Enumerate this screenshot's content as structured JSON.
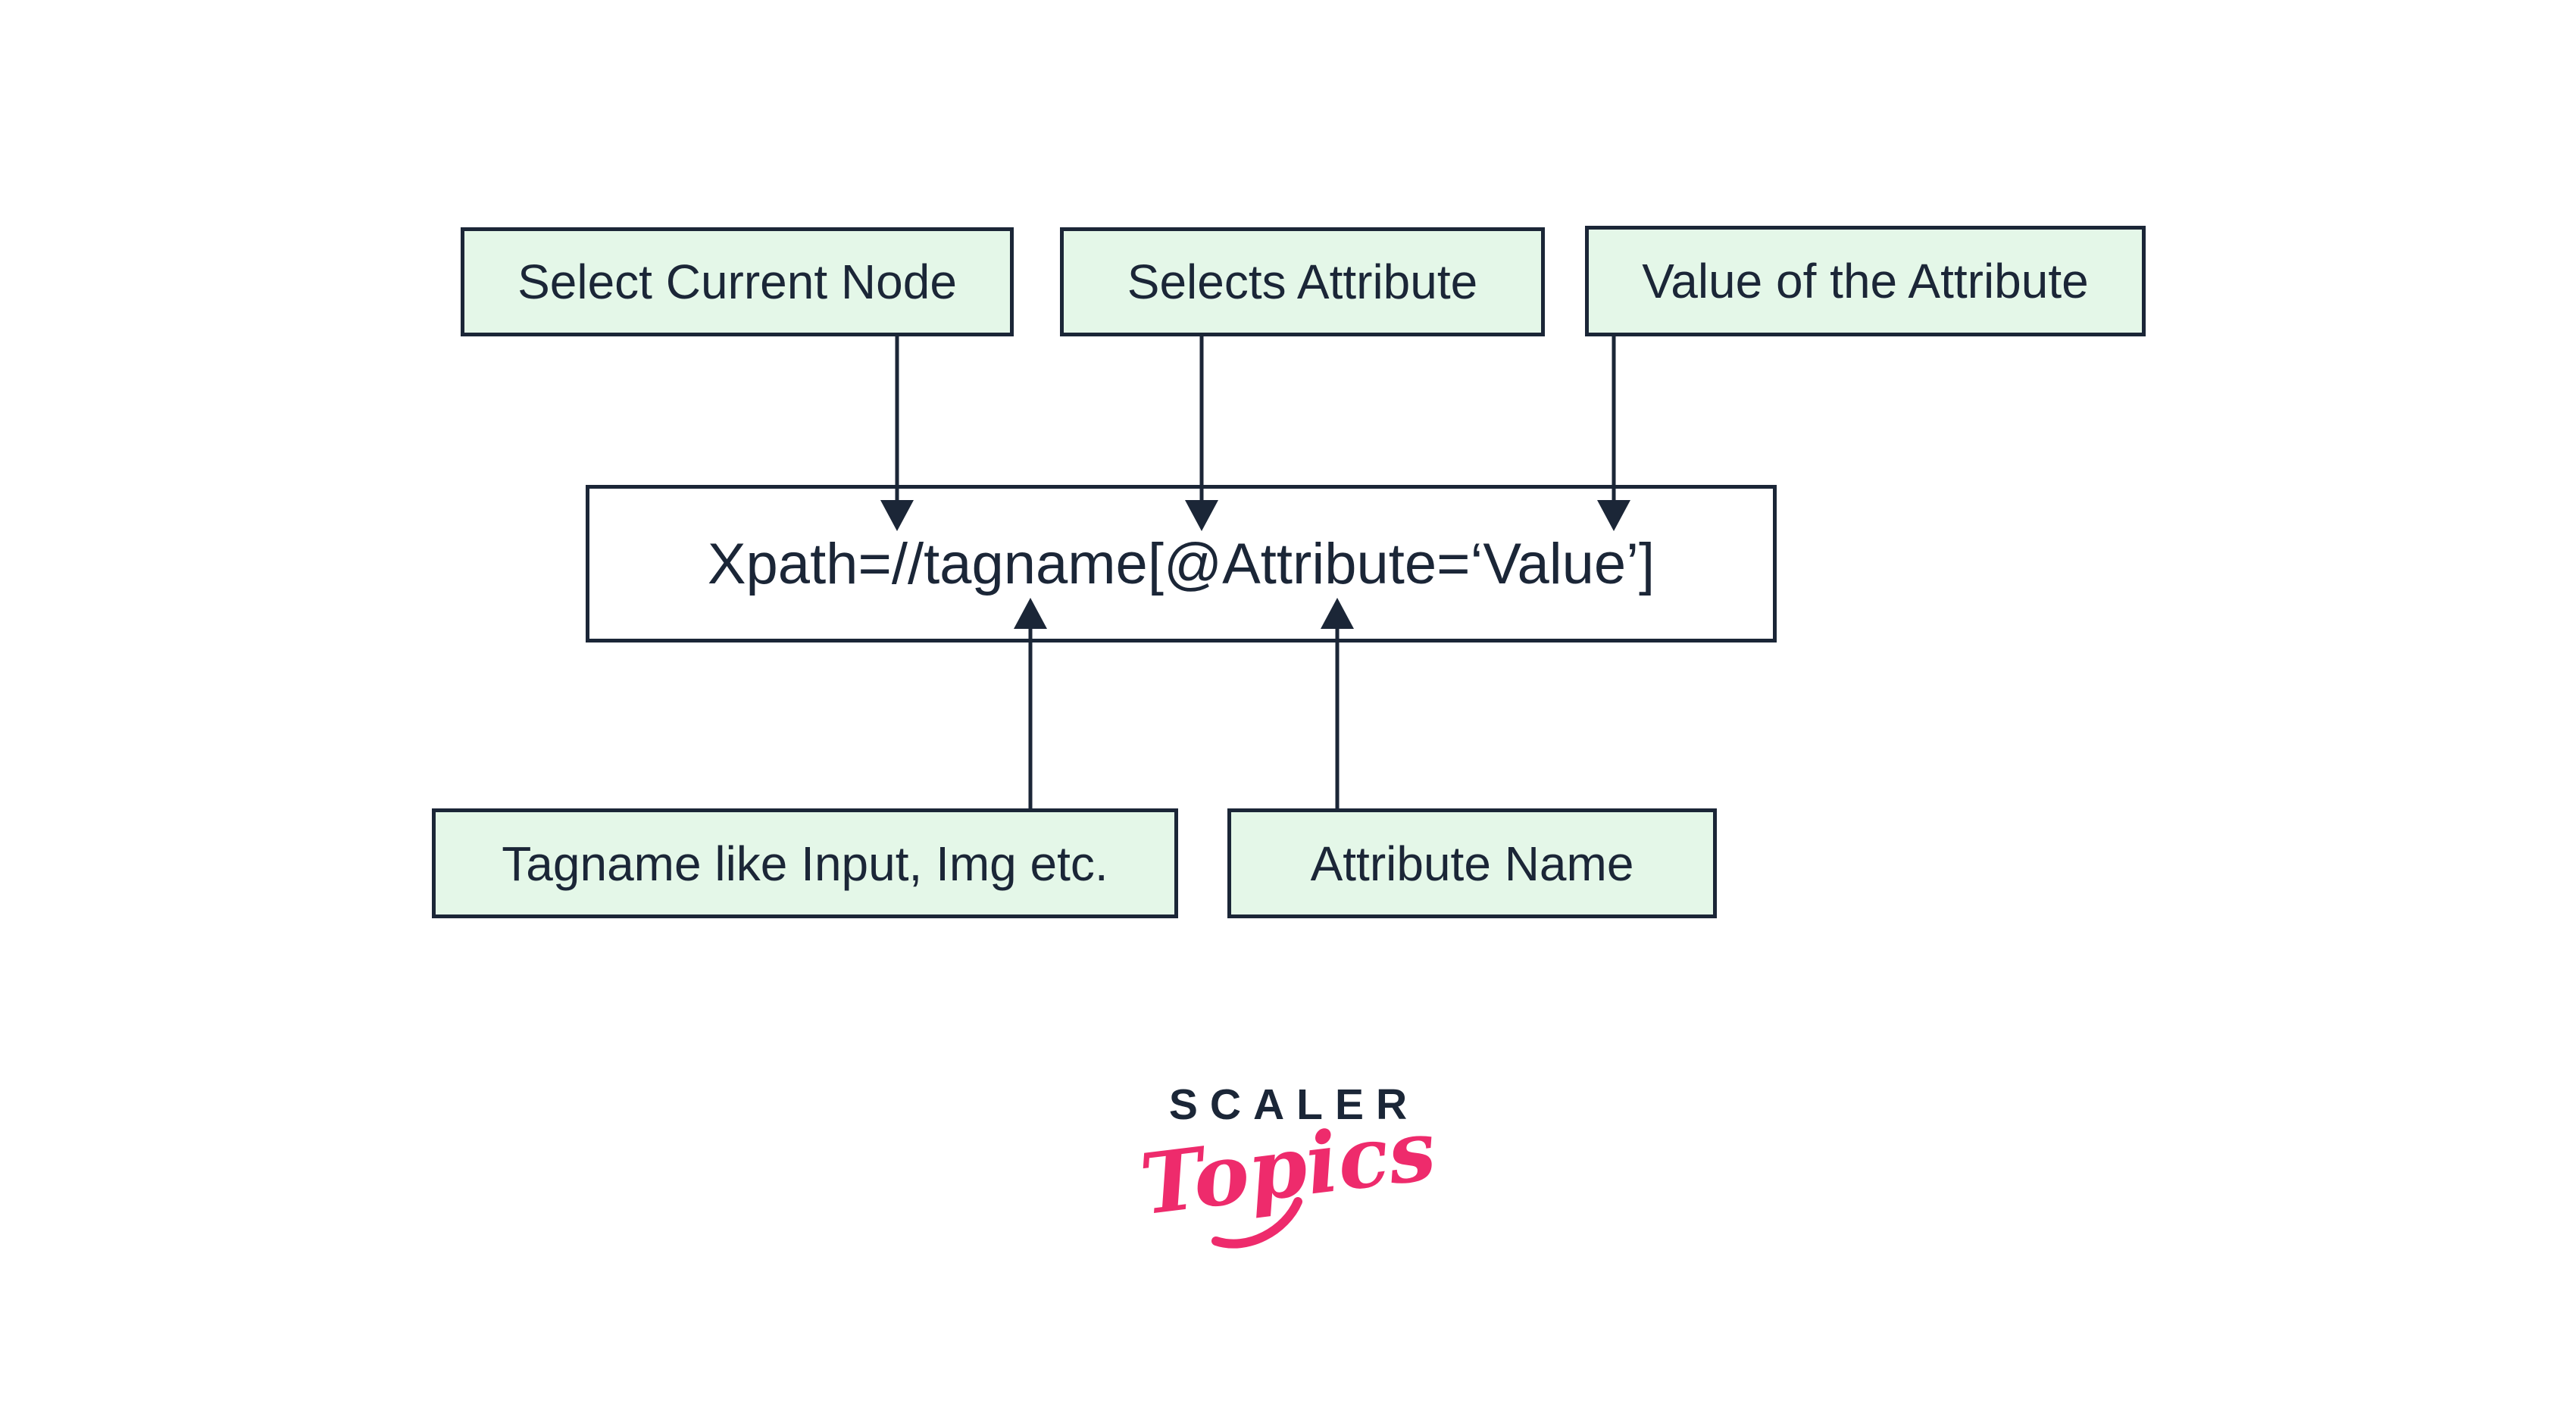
{
  "diagram": {
    "top_labels": [
      {
        "text": "Select Current Node"
      },
      {
        "text": "Selects Attribute"
      },
      {
        "text": "Value of the Attribute"
      }
    ],
    "expression": "Xpath=//tagname[@Attribute=‘Value’]",
    "bottom_labels": [
      {
        "text": "Tagname like Input, Img etc."
      },
      {
        "text": "Attribute Name"
      }
    ],
    "colors": {
      "label_box_fill": "#e4f7e8",
      "line_and_text": "#1b2637",
      "expression_box_fill": "#ffffff"
    }
  },
  "logo": {
    "primary": "SCALER",
    "secondary": "Topics",
    "primary_color": "#1b2637",
    "secondary_color": "#ee2b6c"
  }
}
